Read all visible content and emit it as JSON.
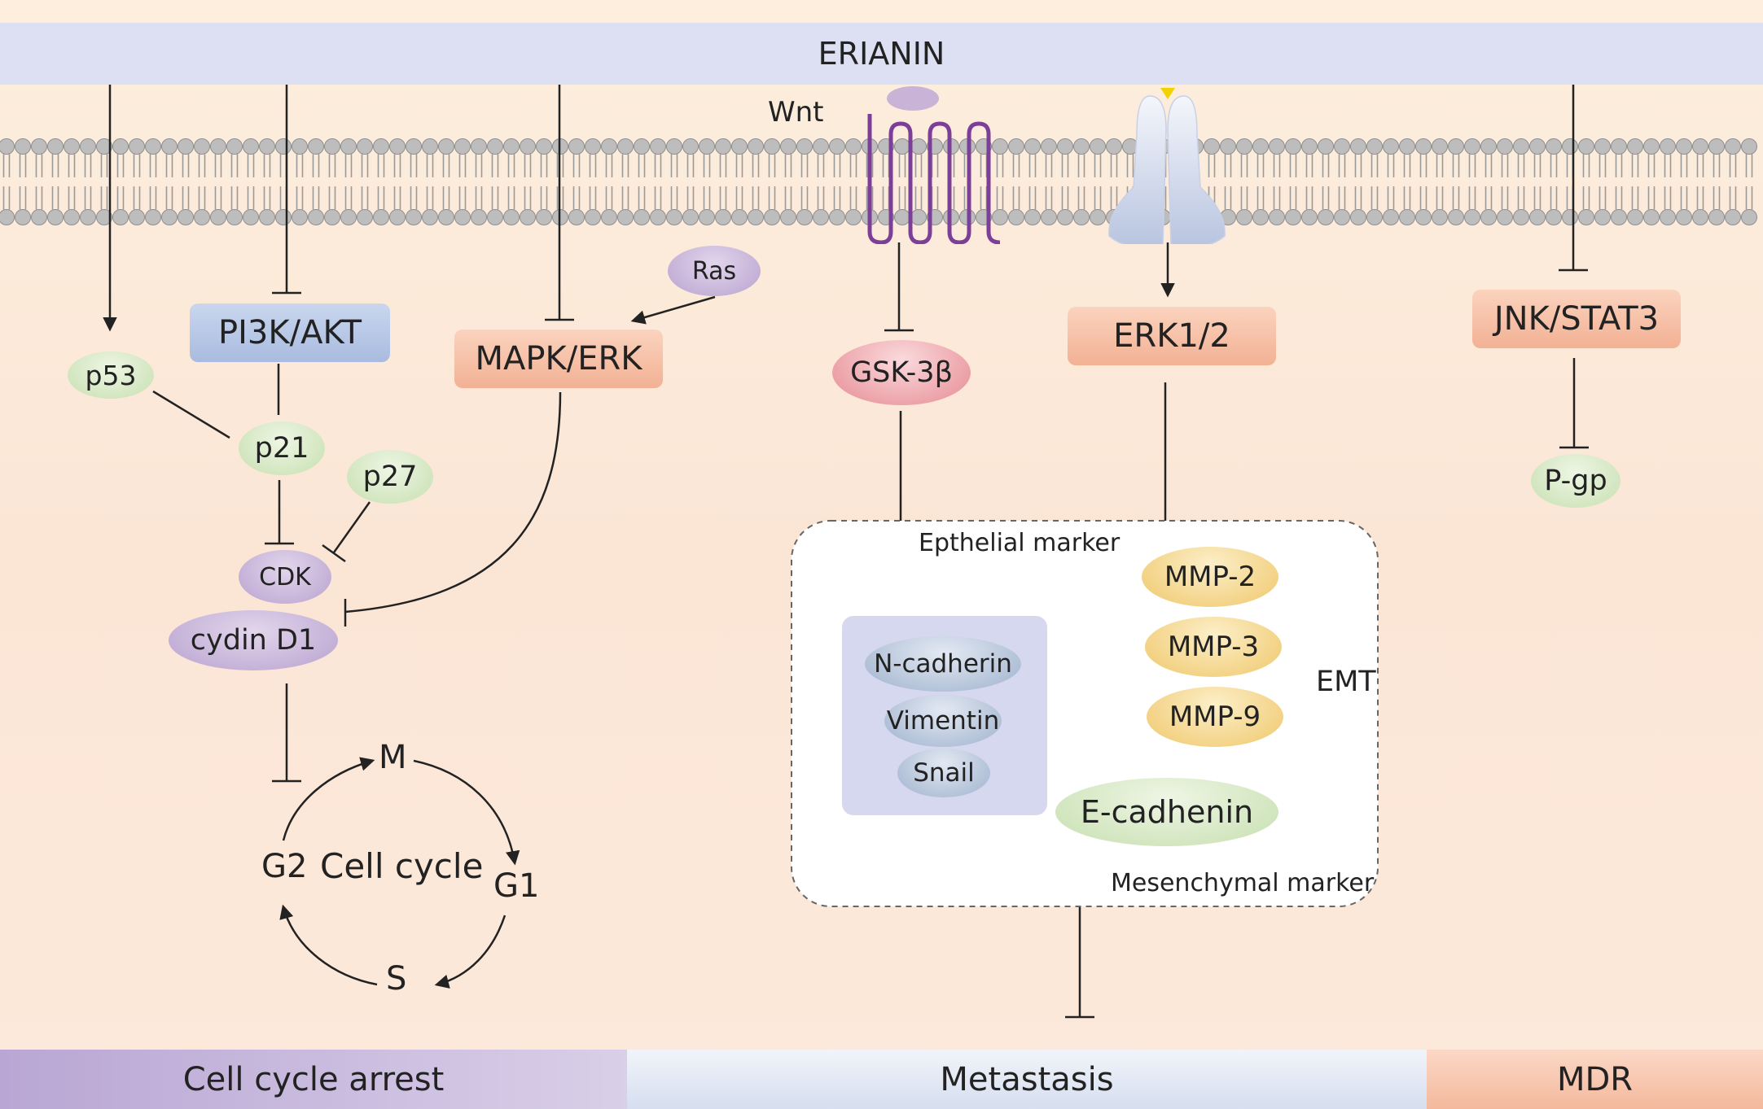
{
  "top_bar": {
    "label": "ERIANIN"
  },
  "membrane_labels": {
    "wnt": "Wnt"
  },
  "nodes": {
    "p53": "p53",
    "pi3k": "PI3K/AKT",
    "p21": "p21",
    "p27": "p27",
    "cdk": "CDK",
    "cyclin": "cydin D1",
    "mapk": "MAPK/ERK",
    "ras": "Ras",
    "gsk": "GSK-3β",
    "erk": "ERK1/2",
    "jnk": "JNK/STAT3",
    "pgp": "P-gp",
    "ncad": "N-cadherin",
    "vim": "Vimentin",
    "snail": "Snail",
    "mmp2": "MMP-2",
    "mmp3": "MMP-3",
    "mmp9": "MMP-9",
    "ecad": "E-cadhenin"
  },
  "cycle": {
    "center": "Cell cycle",
    "m": "M",
    "g1": "G1",
    "s": "S",
    "g2": "G2"
  },
  "emt_box": {
    "epithelial": "Epthelial marker",
    "mesenchymal": "Mesenchymal marker",
    "emt": "EMT"
  },
  "bottom_bands": {
    "left": "Cell cycle arrest",
    "middle": "Metastasis",
    "right": "MDR"
  },
  "colors": {
    "top_bar": "#dce0f2",
    "green_node": "#d8e9c8",
    "blue_node": "#b9c8e4",
    "salmon_node": "#f7c0a4",
    "purple_node": "#c9b3d6",
    "red_node": "#ef9aa0",
    "yellow_node": "#f6d68a",
    "receptor_purple": "#7b3f98"
  }
}
